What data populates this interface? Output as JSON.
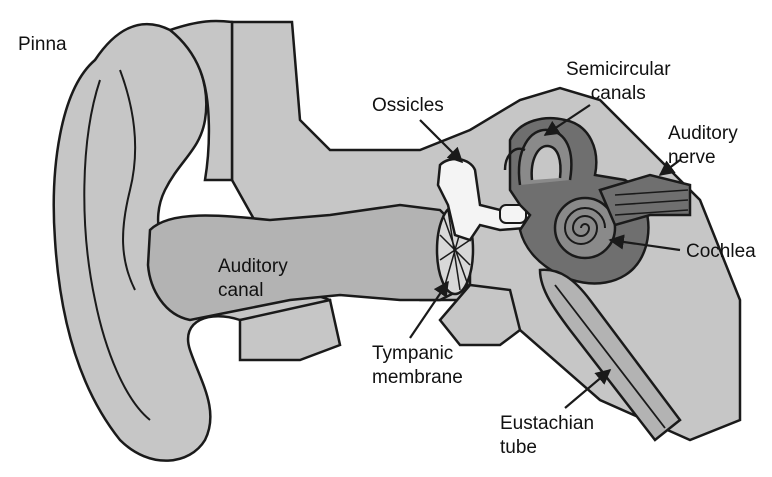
{
  "colors": {
    "outline": "#1a1a1a",
    "outer_ear": "#c6c6c6",
    "canal": "#b3b3b3",
    "inner_dark": "#6f6f6f",
    "bone_white": "#f4f4f4",
    "background": "#ffffff"
  },
  "labels": {
    "pinna": "Pinna",
    "ossicles": "Ossicles",
    "semicircular_1": "Semicircular",
    "semicircular_2": "canals",
    "auditory_nerve_1": "Auditory",
    "auditory_nerve_2": "nerve",
    "cochlea": "Cochlea",
    "auditory_canal_1": "Auditory",
    "auditory_canal_2": "canal",
    "tympanic_1": "Tympanic",
    "tympanic_2": "membrane",
    "eustachian_1": "Eustachian",
    "eustachian_2": "tube"
  }
}
